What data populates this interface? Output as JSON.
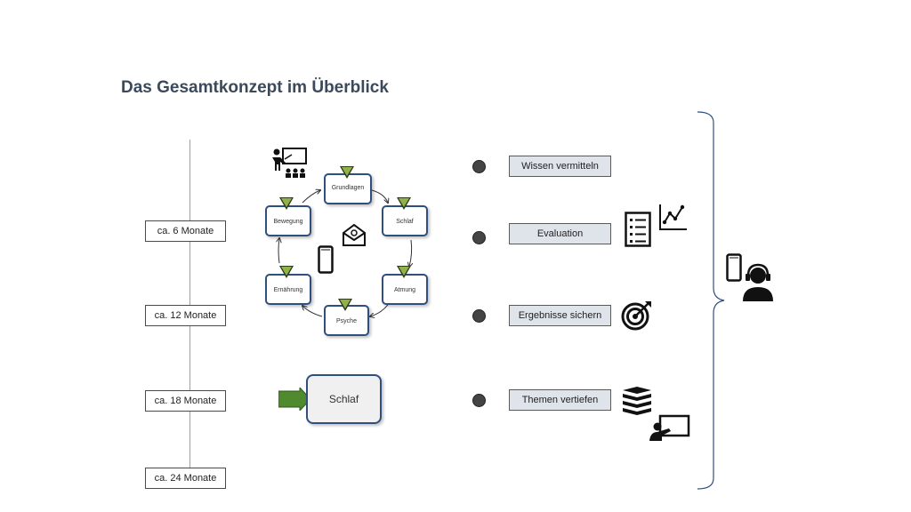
{
  "title": "Das Gesamtkonzept im Überblick",
  "timeline": [
    "ca. 6 Monate",
    "ca. 12 Monate",
    "ca. 18 Monate",
    "ca. 24 Monate"
  ],
  "cycle": {
    "grundlagen": "Grundlagen",
    "schlaf": "Schlaf",
    "atmung": "Atmung",
    "psyche": "Psyche",
    "ernaehrung": "Ernährung",
    "bewegung": "Bewegung"
  },
  "current_module": "Schlaf",
  "steps": [
    "Wissen vermitteln",
    "Evaluation",
    "Ergebnisse sichern",
    "Themen vertiefen"
  ]
}
